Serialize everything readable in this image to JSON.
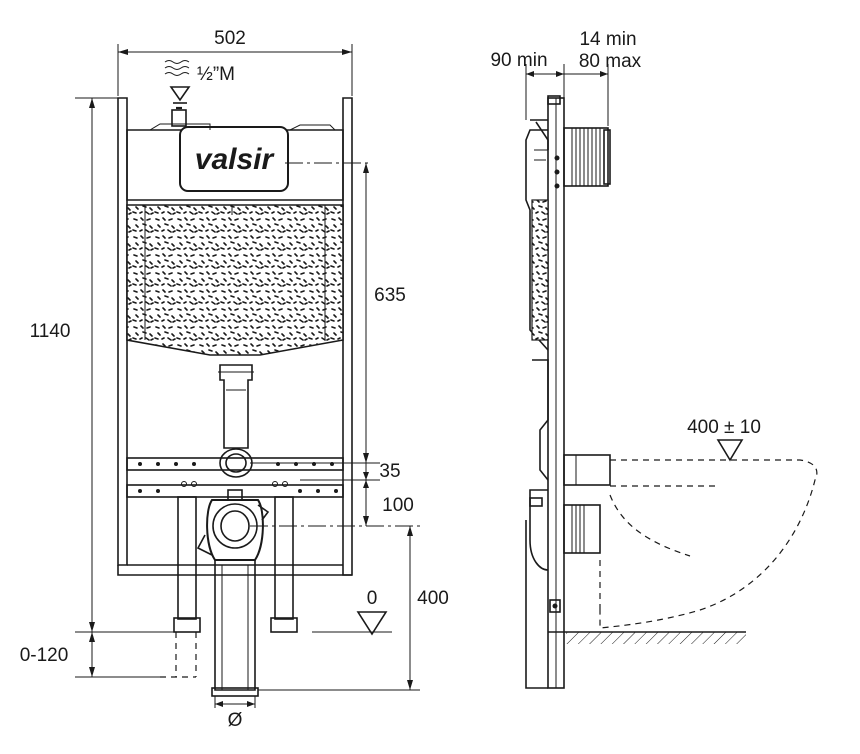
{
  "brand": {
    "logo_text": "valsir"
  },
  "dimensions": {
    "frame_width": "502",
    "water_connection": "½”M",
    "frame_height": "1140",
    "foot_adjustment": "0-120",
    "flush_height": "635",
    "flush_to_rail": "35",
    "rail_to_drain": "100",
    "drain_height": "400",
    "floor_level": "0",
    "drain_diameter": "Ø",
    "wall_depth_min": "90 min",
    "cover_min": "14 min",
    "cover_max": "80 max",
    "bowl_height": "400 ± 10"
  },
  "icons": {
    "water_supply": "water-wave-icon",
    "level_marker": "level-triangle-icon"
  }
}
